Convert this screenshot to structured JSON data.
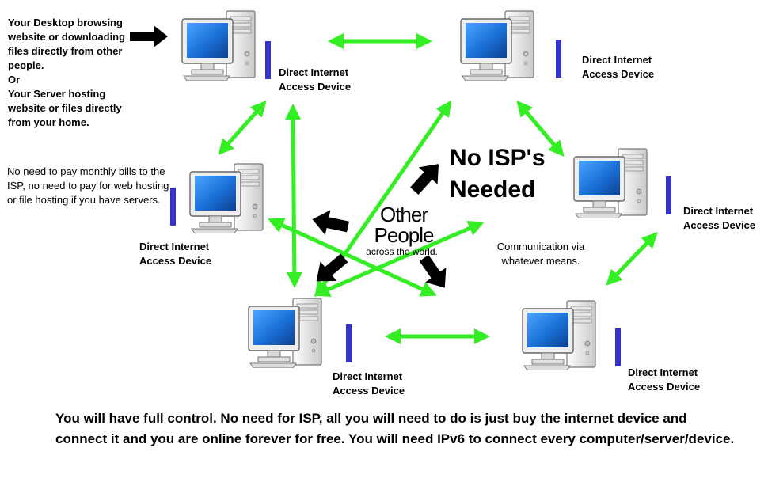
{
  "notes": {
    "desktop_server": "Your Desktop browsing website or downloading files directly from other people.\nOr\nYour Server hosting website or files directly from your home.",
    "no_pay": "No need to pay monthly bills to the ISP, no need to pay for web hosting or file hosting if you have servers."
  },
  "devices": [
    {
      "label": "Direct Internet\nAccess Device"
    },
    {
      "label": "Direct Internet\nAccess Device"
    },
    {
      "label": "Direct Internet\nAccess Device"
    },
    {
      "label": "Direct Internet\nAccess Device"
    },
    {
      "label": "Direct Internet\nAccess Device"
    },
    {
      "label": "Direct Internet\nAccess Device"
    }
  ],
  "center": {
    "no_isp": "No ISP's\nNeeded",
    "other_people": "Other\nPeople",
    "across": "across the world.",
    "communication": "Communication via\nwhatever means."
  },
  "footer": "You will have full control. No need for ISP, all you will need to do is just buy the internet device and connect it and you are online forever for free. You will need IPv6 to connect every computer/server/device.",
  "colors": {
    "green_arrow": "#33ee22",
    "black_arrow": "#000000",
    "device_bar": "#3333cc",
    "screen_blue": "#1a6fd6"
  }
}
